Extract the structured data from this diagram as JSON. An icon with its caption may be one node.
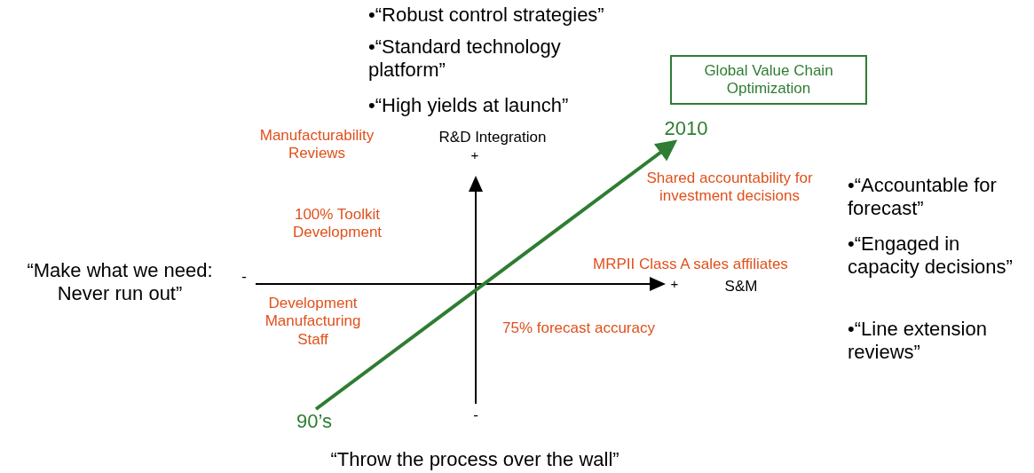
{
  "diagram": {
    "nodes": [
      {
        "text": [
          "Global Value Chain Optimization"
        ]
      },
      {
        "text": [
          "90’s"
        ]
      },
      {
        "text": [
          "2010"
        ]
      }
    ],
    "edges": [
      {
        "from": 1,
        "to": 2,
        "arrow": "to",
        "color": "#2e7d32"
      }
    ],
    "labels": [
      "•“Robust control strategies”",
      "•“Standard technology platform”",
      "•“High yields at launch”",
      "Manufacturability Reviews",
      "R&D Integration",
      "+",
      "Shared accountability for investment decisions",
      "•“Accountable for forecast”",
      "•“Engaged in capacity decisions”",
      "•“Line extension reviews”",
      "100% Toolkit Development",
      "“Make what we need: Never run out”",
      "-",
      "MRPII Class A sales affiliates",
      "+",
      "S&M",
      "Development Manufacturing Staff",
      "75% forecast accuracy",
      "-",
      "“Throw the process over the wall”"
    ]
  }
}
